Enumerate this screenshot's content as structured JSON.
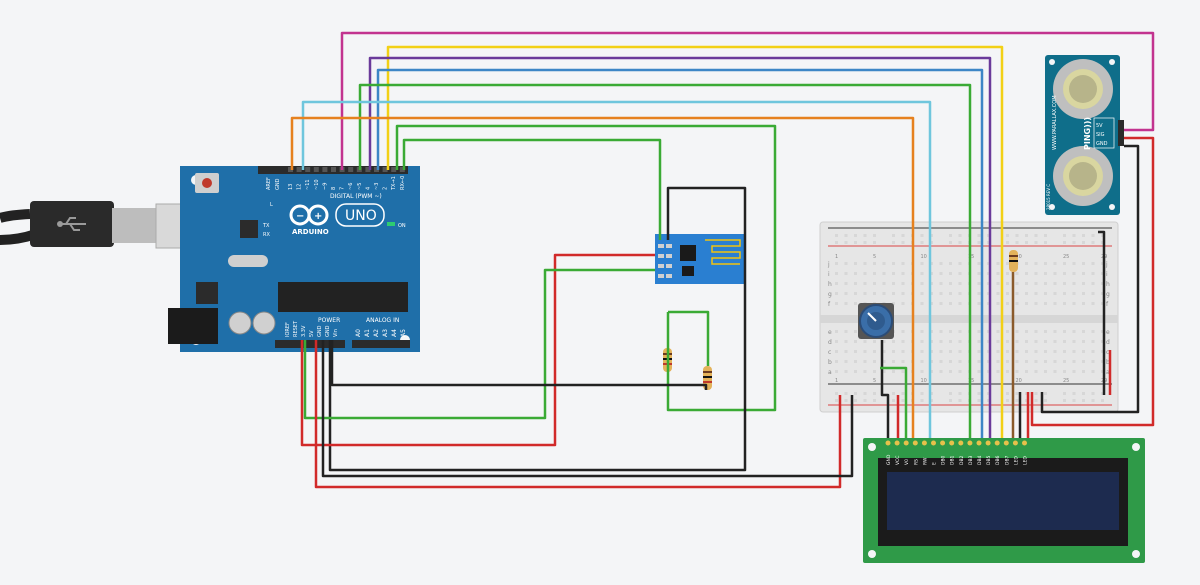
{
  "colors": {
    "background": "#f4f5f7",
    "arduino_blue": "#1f6fa9",
    "wire_magenta": "#c2338f",
    "wire_yellow": "#f2d016",
    "wire_purple": "#6a3a9a",
    "wire_blue": "#3d86c6",
    "wire_green": "#3aaa35",
    "wire_cyan": "#6fc6dd",
    "wire_orange": "#e6811f",
    "wire_red": "#d12a2a",
    "wire_black": "#222222",
    "wire_brown": "#8a5a2b",
    "lcd_pcb": "#2f9a48",
    "lcd_screen": "#1d2b4f",
    "sensor_pcb": "#0f6e8a",
    "esp_pcb": "#2a7fd1"
  },
  "arduino": {
    "brand": "ARDUINO",
    "model": "UNO",
    "digital_header": "DIGITAL (PWM ~)",
    "power_header": "POWER",
    "analog_header": "ANALOG IN",
    "on_label": "ON",
    "l_label": "L",
    "tx_label": "TX",
    "rx_label": "RX",
    "aref": "AREF",
    "gnd": "GND",
    "digital_pins": [
      "13",
      "12",
      "~11",
      "~10",
      "~9",
      "8",
      "7",
      "~6",
      "~5",
      "4",
      "~3",
      "2",
      "TX→1",
      "RX←0"
    ],
    "power_pins": [
      "IOREF",
      "RESET",
      "3.3V",
      "5V",
      "GND",
      "GND",
      "Vin"
    ],
    "analog_pins": [
      "A0",
      "A1",
      "A2",
      "A3",
      "A4",
      "A5"
    ],
    "usb_icon": "usb-icon"
  },
  "sensor": {
    "name": "PING)))",
    "maker": "WWW.PARALLAX.COM",
    "part": "28015 REV C",
    "pins": [
      "5V",
      "SIG",
      "GND"
    ]
  },
  "lcd": {
    "pins": [
      "GND",
      "VCC",
      "V0",
      "RS",
      "RW",
      "E",
      "DB0",
      "DB1",
      "DB2",
      "DB3",
      "DB4",
      "DB5",
      "DB6",
      "DB7",
      "LED",
      "LED"
    ]
  },
  "breadboard": {
    "row_letters_top": [
      "j",
      "i",
      "h",
      "g",
      "f"
    ],
    "row_letters_bottom": [
      "e",
      "d",
      "c",
      "b",
      "a"
    ],
    "col_numbers": [
      "1",
      "",
      "",
      "",
      "5",
      "",
      "",
      "",
      "",
      "10",
      "",
      "",
      "",
      "",
      "15",
      "",
      "",
      "",
      "",
      "20",
      "",
      "",
      "",
      "",
      "25",
      "",
      "",
      "",
      "29"
    ]
  }
}
